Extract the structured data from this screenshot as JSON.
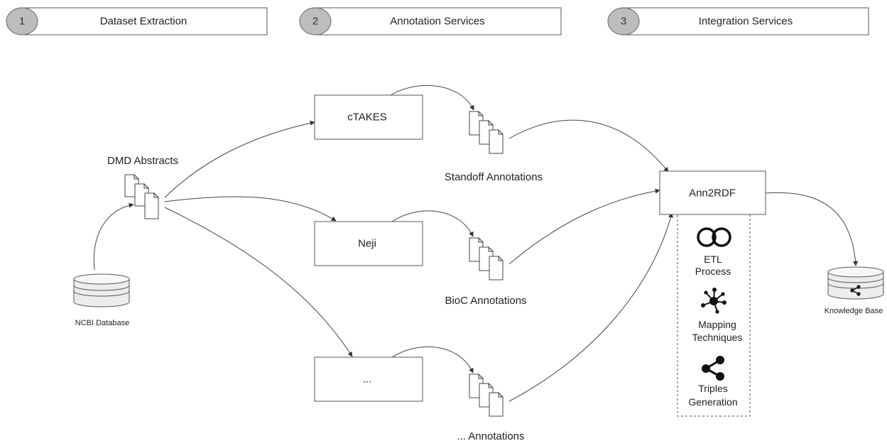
{
  "stages": [
    {
      "number": "1",
      "label": "Dataset Extraction"
    },
    {
      "number": "2",
      "label": "Annotation Services"
    },
    {
      "number": "3",
      "label": "Integration Services"
    }
  ],
  "source_db": {
    "label": "NCBI Database",
    "icon": "database-icon"
  },
  "abstracts": {
    "label": "DMD Abstracts",
    "icon": "document-stack-icon"
  },
  "services": [
    {
      "label": "cTAKES"
    },
    {
      "label": "Neji"
    },
    {
      "label": "..."
    }
  ],
  "annotations": [
    {
      "label": "Standoff Annotations"
    },
    {
      "label": "BioC Annotations"
    },
    {
      "label": "... Annotations"
    }
  ],
  "integrator": {
    "label": "Ann2RDF"
  },
  "techniques": [
    {
      "line1": "ETL",
      "line2": "Process",
      "icon": "linked-rings-icon"
    },
    {
      "line1": "Mapping",
      "line2": "Techniques",
      "icon": "network-hub-icon"
    },
    {
      "line1": "Triples",
      "line2": "Generation",
      "icon": "share-graph-icon"
    }
  ],
  "target_db": {
    "label": "Knowledge Base",
    "icon": "knowledge-base-icon"
  }
}
